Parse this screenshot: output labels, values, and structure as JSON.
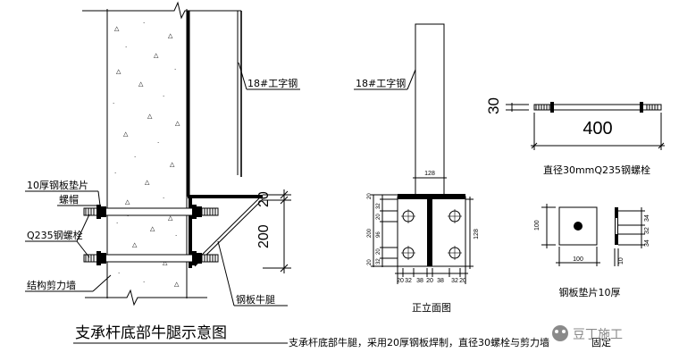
{
  "left": {
    "beam_label": "18#工字钢",
    "plate_label": "10厚钢板垫片",
    "nut_label": "螺帽",
    "bolt_label": "Q235钢螺栓",
    "wall_label": "结构剪力墙",
    "bracket_label": "钢板牛腿",
    "dim_top": "20",
    "dim_height": "200"
  },
  "front": {
    "beam_label": "18#工字钢",
    "caption": "正立面图",
    "dim_width": "128",
    "dim_right": "128",
    "left_dims": [
      "20",
      "32",
      "20",
      "200",
      "96",
      "20",
      "32",
      "20"
    ],
    "bottom_dims": [
      "20",
      "32",
      "38",
      "20",
      "38",
      "32",
      "20"
    ]
  },
  "bolt_detail": {
    "dim_dia": "30",
    "dim_len": "400",
    "caption": "直径30mmQ235钢螺栓"
  },
  "plate_detail": {
    "dim_side": "100",
    "dim_bottom": "100",
    "dim_thk": "10",
    "right_dims": [
      "34",
      "32",
      "34"
    ],
    "caption": "钢板垫片10厚"
  },
  "title": "支承杆底部牛腿示意图",
  "description": "支承杆底部牛腿，采用20厚钢板焊制，直径30螺栓与剪力墙",
  "description_tail": "固定",
  "watermark": "豆丁施工"
}
